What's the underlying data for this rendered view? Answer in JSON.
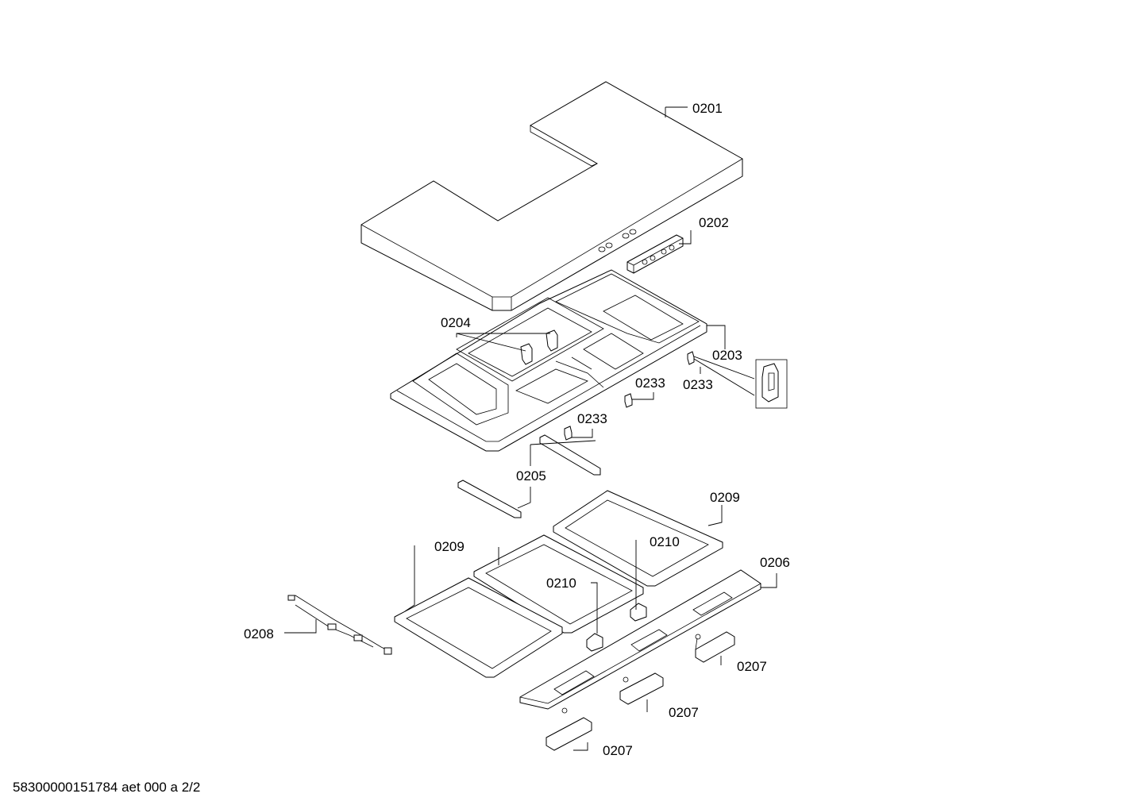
{
  "document_id": "58300000151784 aet 000 a 2/2",
  "part_labels": {
    "p0201": "0201",
    "p0202": "0202",
    "p0203": "0203",
    "p0204": "0204",
    "p0205": "0205",
    "p0206": "0206",
    "p0207a": "0207",
    "p0207b": "0207",
    "p0207c": "0207",
    "p0208": "0208",
    "p0209a": "0209",
    "p0209b": "0209",
    "p0210a": "0210",
    "p0210b": "0210",
    "p0233a": "0233",
    "p0233b": "0233",
    "p0233c": "0233"
  }
}
